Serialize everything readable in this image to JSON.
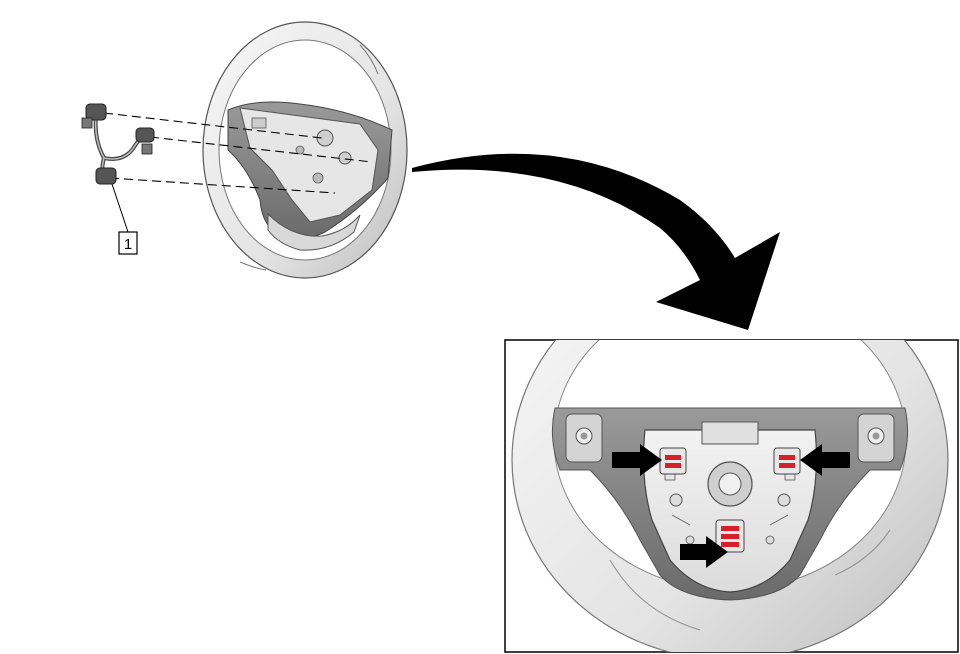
{
  "callouts": [
    {
      "id": "1",
      "label": "1"
    }
  ],
  "colors": {
    "line": "#000000",
    "wheel_light": "#eeeeee",
    "wheel_mid": "#cfcfcf",
    "wheel_dark": "#7a7a7a",
    "harness": "#4a4a4a",
    "clip_highlight": "#d8202a",
    "arrow": "#000000",
    "detail_border": "#000000"
  },
  "icons": {
    "callout": "square-callout",
    "pointer": "black-arrow-icon",
    "transition": "curved-arrow-icon"
  }
}
